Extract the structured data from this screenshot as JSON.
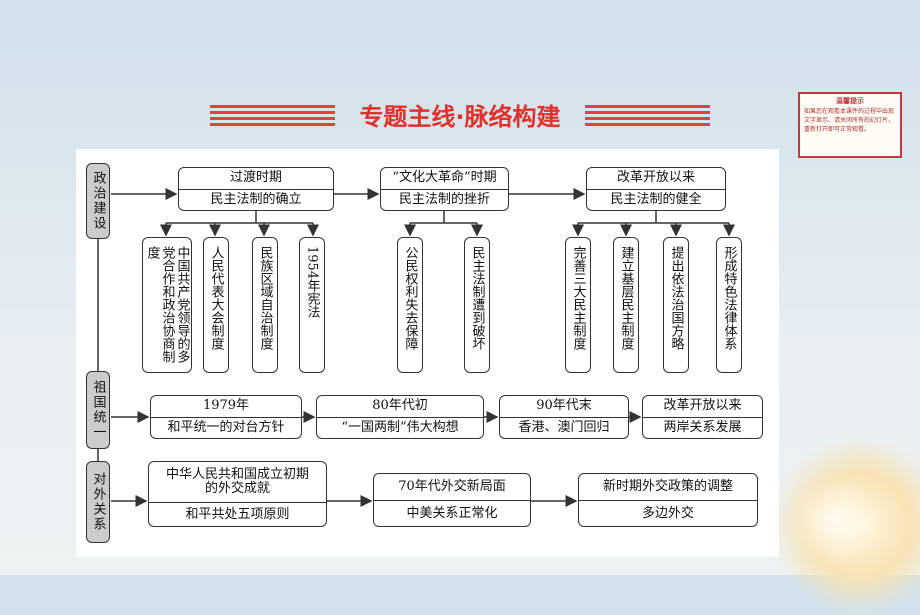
{
  "title": "专题主线·脉络构建",
  "note": {
    "title": "温馨提示",
    "text": "如果您在观看本课件的过程中出现文字显示、请关闭所有的幻灯片，重新打开即可正常观看。"
  },
  "categories": {
    "politics": "政治建设",
    "reunification": "祖国统一",
    "foreign": "对外关系"
  },
  "politics": {
    "stage1": {
      "line1": "过渡时期",
      "line2": "民主法制的确立",
      "items": [
        "中国共产党领导的多党合作和政治协商制度",
        "人民代表大会制度",
        "民族区域自治制度",
        "1954年宪法"
      ]
    },
    "stage2": {
      "line1": "“文化大革命”时期",
      "line2": "民主法制的挫折",
      "items": [
        "公民权利失去保障",
        "民主法制遭到破坏"
      ]
    },
    "stage3": {
      "line1": "改革开放以来",
      "line2": "民主法制的健全",
      "items": [
        "完善三大民主制度",
        "建立基层民主制度",
        "提出依法治国方略",
        "形成特色法律体系"
      ]
    }
  },
  "reunification": [
    {
      "line1": "1979年",
      "line2": "和平统一的对台方针"
    },
    {
      "line1": "80年代初",
      "line2": "“一国两制”伟大构想"
    },
    {
      "line1": "90年代末",
      "line2": "香港、澳门回归"
    },
    {
      "line1": "改革开放以来",
      "line2": "两岸关系发展"
    }
  ],
  "foreign": [
    {
      "line1": "中华人民共和国成立初期的外交成就",
      "line2": "和平共处五项原则"
    },
    {
      "line1": "70年代外交新局面",
      "line2": "中美关系正常化"
    },
    {
      "line1": "新时期外交政策的调整",
      "line2": "多边外交"
    }
  ]
}
